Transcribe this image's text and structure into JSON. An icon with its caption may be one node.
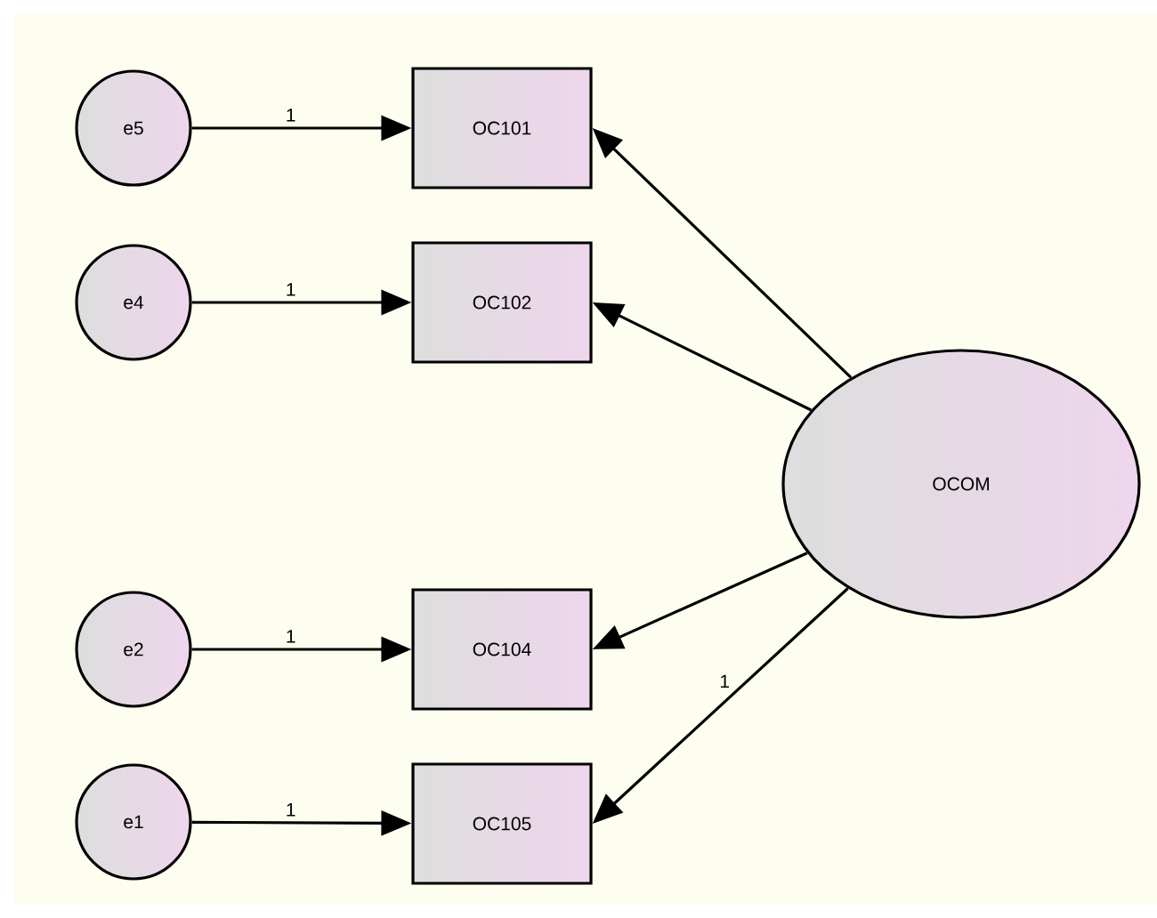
{
  "diagram": {
    "nodes": [
      {
        "text": [
          "e5"
        ]
      },
      {
        "text": [
          "OC101"
        ]
      },
      {
        "text": [
          "e4"
        ]
      },
      {
        "text": [
          "OC102"
        ]
      },
      {
        "text": [
          "OCOM"
        ]
      },
      {
        "text": [
          "e2"
        ]
      },
      {
        "text": [
          "OC104"
        ]
      },
      {
        "text": [
          "e1"
        ]
      },
      {
        "text": [
          "OC105"
        ]
      }
    ],
    "edges": [
      {
        "from": 0,
        "to": 1,
        "arrow": "to",
        "label": "1"
      },
      {
        "from": 2,
        "to": 3,
        "arrow": "to",
        "label": "1"
      },
      {
        "from": 4,
        "to": 1,
        "arrow": "to"
      },
      {
        "from": 4,
        "to": 3,
        "arrow": "to"
      },
      {
        "from": 4,
        "to": 6,
        "arrow": "to"
      },
      {
        "from": 4,
        "to": 8,
        "arrow": "to",
        "label": "1"
      },
      {
        "from": 5,
        "to": 6,
        "arrow": "to",
        "label": "1"
      },
      {
        "from": 7,
        "to": 8,
        "arrow": "to",
        "label": "1"
      }
    ]
  }
}
